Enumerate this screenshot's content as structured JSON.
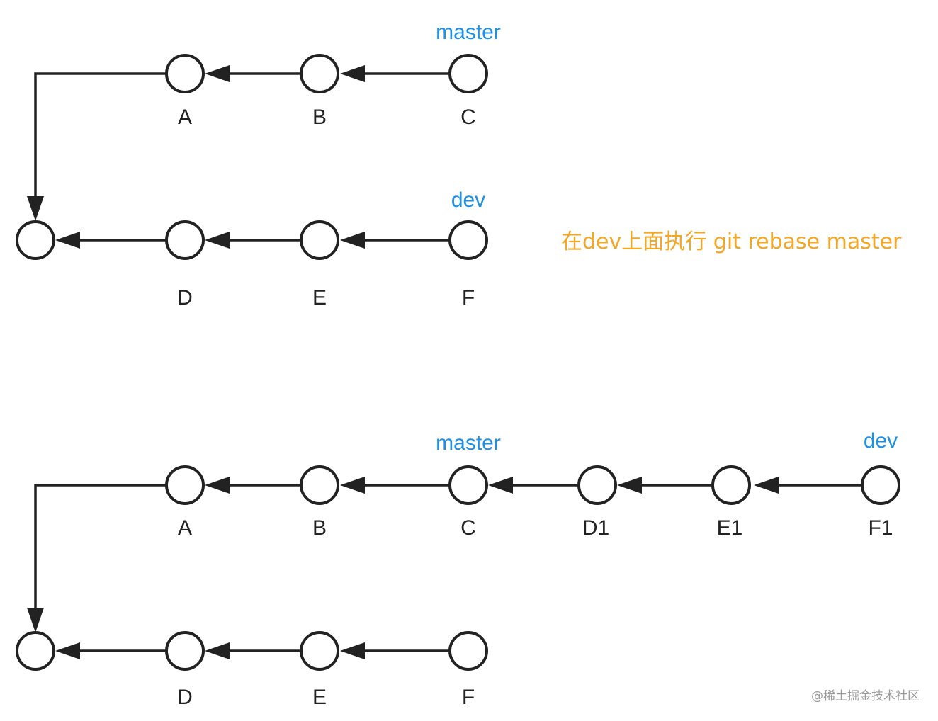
{
  "colors": {
    "line": "#222222",
    "ref_label": "#1e90e6",
    "annotation": "#f5a623",
    "watermark": "#9a9a9a"
  },
  "before": {
    "master_commits": [
      "A",
      "B",
      "C"
    ],
    "dev_commits": [
      "D",
      "E",
      "F"
    ],
    "master_ref": "master",
    "dev_ref": "dev"
  },
  "annotation": "在dev上面执行 git rebase master",
  "after": {
    "main_commits": [
      "A",
      "B",
      "C",
      "D1",
      "E1",
      "F1"
    ],
    "old_commits": [
      "D",
      "E",
      "F"
    ],
    "master_ref": "master",
    "dev_ref": "dev"
  },
  "watermark": "@稀土掘金技术社区"
}
